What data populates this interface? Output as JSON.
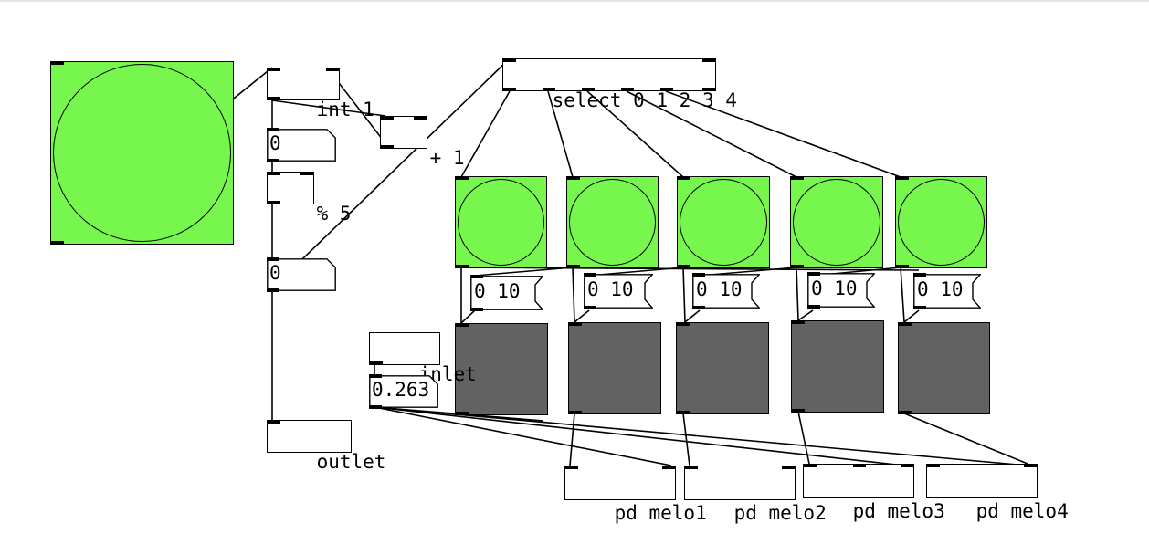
{
  "objects": {
    "int": "int 1",
    "plus": "+ 1",
    "num1": "0",
    "mod": "% 5",
    "num2": "0",
    "outlet": "outlet",
    "select": "select 0 1 2 3 4",
    "inlet": "inlet",
    "volume": "0.263"
  },
  "messages": [
    "0 10",
    "0 10",
    "0 10",
    "0 10",
    "0 10"
  ],
  "subpatches": [
    "pd melo1",
    "pd melo2",
    "pd melo3",
    "pd melo4"
  ],
  "colors": {
    "bang_fill": "#77f74e",
    "slider_fill": "#626262",
    "canvas": "#ffffff"
  }
}
